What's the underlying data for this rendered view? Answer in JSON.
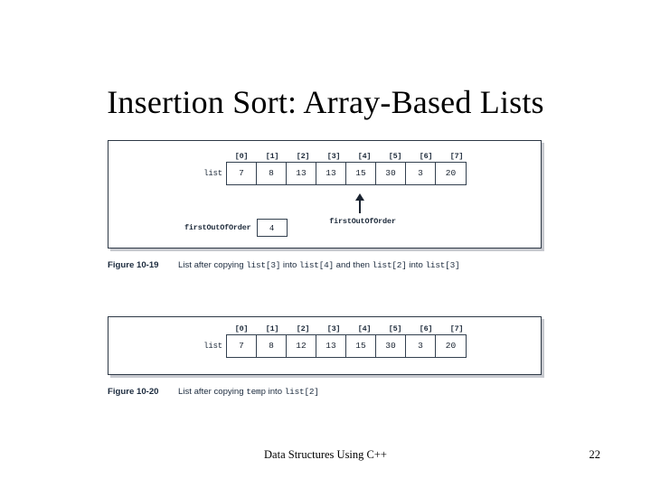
{
  "slide": {
    "title": "Insertion Sort: Array-Based Lists"
  },
  "figures": [
    {
      "id": "figure-10-19",
      "label": "Figure 10-19",
      "caption_parts": [
        {
          "text": "List after copying ",
          "mono": false
        },
        {
          "text": "list[3]",
          "mono": true
        },
        {
          "text": " into ",
          "mono": false
        },
        {
          "text": "list[4]",
          "mono": true
        },
        {
          "text": " and then ",
          "mono": false
        },
        {
          "text": "list[2]",
          "mono": true
        },
        {
          "text": " into ",
          "mono": false
        },
        {
          "text": "list[3]",
          "mono": true
        }
      ],
      "caption_plain": "List after copying list[3] into list[4] and then list[2] into list[3]",
      "array": {
        "name": "list",
        "indices": [
          "[0]",
          "[1]",
          "[2]",
          "[3]",
          "[4]",
          "[5]",
          "[6]",
          "[7]"
        ],
        "values": [
          "7",
          "8",
          "13",
          "13",
          "15",
          "30",
          "3",
          "20"
        ]
      },
      "pointer": {
        "label": "firstOutOfOrder",
        "target_index": 4
      },
      "variable": {
        "name": "firstOutOfOrder",
        "value": "4"
      }
    },
    {
      "id": "figure-10-20",
      "label": "Figure 10-20",
      "caption_parts": [
        {
          "text": "List after copying ",
          "mono": false
        },
        {
          "text": "temp",
          "mono": true
        },
        {
          "text": " into ",
          "mono": false
        },
        {
          "text": "list[2]",
          "mono": true
        }
      ],
      "caption_plain": "List after copying temp into list[2]",
      "array": {
        "name": "list",
        "indices": [
          "[0]",
          "[1]",
          "[2]",
          "[3]",
          "[4]",
          "[5]",
          "[6]",
          "[7]"
        ],
        "values": [
          "7",
          "8",
          "12",
          "13",
          "15",
          "30",
          "3",
          "20"
        ]
      }
    }
  ],
  "footer": {
    "title": "Data Structures Using C++",
    "page_number": "22"
  },
  "colors": {
    "text": "#000000",
    "figure_border": "#2d3845",
    "cell_border": "#33404f",
    "caption_text": "#1b2a3d",
    "shadow": "#c7c9cf",
    "background": "#ffffff"
  }
}
